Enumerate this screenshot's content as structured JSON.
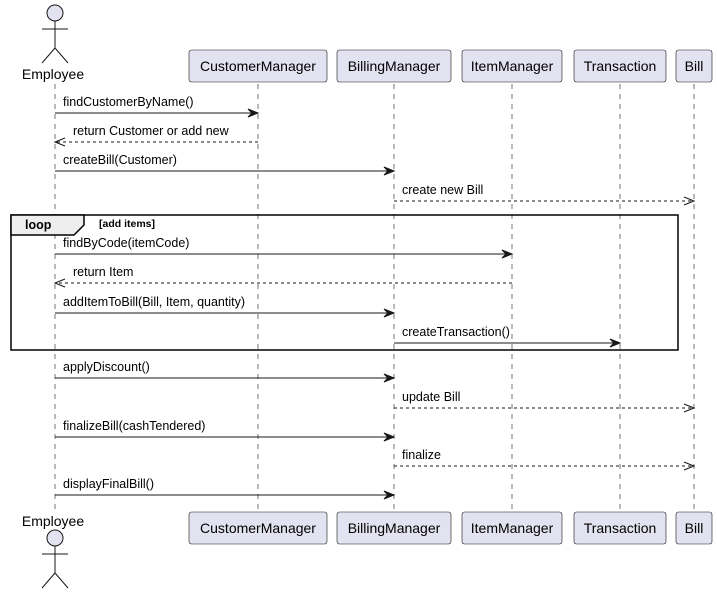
{
  "participants": [
    {
      "id": "employee",
      "label": "Employee",
      "kind": "actor"
    },
    {
      "id": "customer_manager",
      "label": "CustomerManager",
      "kind": "participant"
    },
    {
      "id": "billing_manager",
      "label": "BillingManager",
      "kind": "participant"
    },
    {
      "id": "item_manager",
      "label": "ItemManager",
      "kind": "participant"
    },
    {
      "id": "transaction",
      "label": "Transaction",
      "kind": "participant"
    },
    {
      "id": "bill",
      "label": "Bill",
      "kind": "participant"
    }
  ],
  "messages": [
    {
      "from": "employee",
      "to": "customer_manager",
      "label": "findCustomerByName()",
      "style": "sync"
    },
    {
      "from": "customer_manager",
      "to": "employee",
      "label": "return Customer or add new",
      "style": "return"
    },
    {
      "from": "employee",
      "to": "billing_manager",
      "label": "createBill(Customer)",
      "style": "sync"
    },
    {
      "from": "billing_manager",
      "to": "bill",
      "label": "create new Bill",
      "style": "async"
    },
    {
      "from": "employee",
      "to": "item_manager",
      "label": "findByCode(itemCode)",
      "style": "sync"
    },
    {
      "from": "item_manager",
      "to": "employee",
      "label": "return Item",
      "style": "return"
    },
    {
      "from": "employee",
      "to": "billing_manager",
      "label": "addItemToBill(Bill, Item, quantity)",
      "style": "sync"
    },
    {
      "from": "billing_manager",
      "to": "transaction",
      "label": "createTransaction()",
      "style": "sync"
    },
    {
      "from": "employee",
      "to": "billing_manager",
      "label": "applyDiscount()",
      "style": "sync"
    },
    {
      "from": "billing_manager",
      "to": "bill",
      "label": "update Bill",
      "style": "async"
    },
    {
      "from": "employee",
      "to": "billing_manager",
      "label": "finalizeBill(cashTendered)",
      "style": "sync"
    },
    {
      "from": "billing_manager",
      "to": "bill",
      "label": "finalize",
      "style": "async"
    },
    {
      "from": "employee",
      "to": "billing_manager",
      "label": "displayFinalBill()",
      "style": "sync"
    }
  ],
  "fragments": [
    {
      "kind": "loop",
      "title": "loop",
      "condition": "[add items]",
      "first_message": 4,
      "last_message": 7
    }
  ],
  "colors": {
    "participant_fill": "#E2E2F0",
    "line": "#181818",
    "fragment_tab_fill": "#EEEEEE",
    "background": "#FFFFFF"
  }
}
